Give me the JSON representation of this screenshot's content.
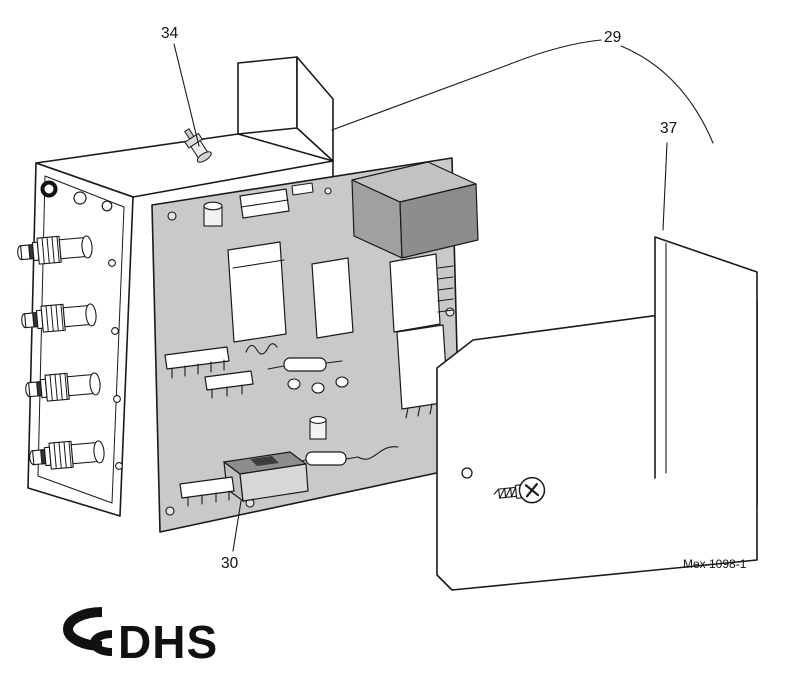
{
  "diagram": {
    "callouts": [
      {
        "label": "34"
      },
      {
        "label": "29"
      },
      {
        "label": "37"
      },
      {
        "label": "30"
      }
    ],
    "figure_code": "Mex 1098-1",
    "logo": {
      "text": "DHS"
    },
    "colors": {
      "background": "#ffffff",
      "line": "#1a1a1a",
      "pcb_fill": "#c9c9c9",
      "metal_light": "#c2c2c2",
      "metal_mid": "#a0a0a0",
      "metal_dark": "#8d8d8d"
    }
  }
}
